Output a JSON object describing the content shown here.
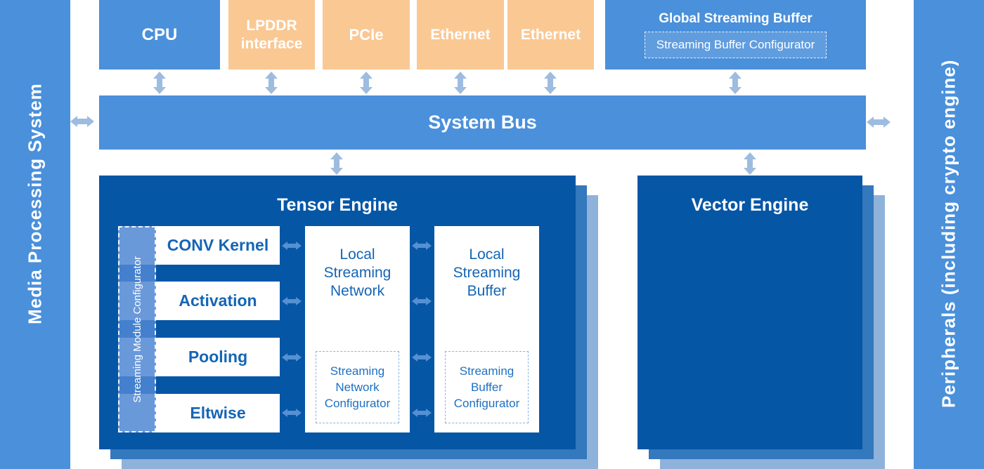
{
  "left_sidebar": {
    "label": "Media Processing System"
  },
  "right_sidebar": {
    "label": "Peripherals (including crypto engine)"
  },
  "top_row": {
    "cpu": {
      "label": "CPU"
    },
    "lpddr": {
      "label": "LPDDR interface"
    },
    "pcie": {
      "label": "PCIe"
    },
    "ethernet_1": {
      "label": "Ethernet"
    },
    "ethernet_2": {
      "label": "Ethernet"
    },
    "global_streaming_buffer": {
      "title": "Global Streaming Buffer",
      "configurator_label": "Streaming Buffer Configurator"
    }
  },
  "system_bus": {
    "label": "System Bus"
  },
  "tensor_engine": {
    "title": "Tensor Engine",
    "streaming_module_configurator": "Streaming Module Configurator",
    "modules": [
      {
        "label": "CONV Kernel"
      },
      {
        "label": "Activation"
      },
      {
        "label": "Pooling"
      },
      {
        "label": "Eltwise"
      }
    ],
    "local_streaming_network": {
      "title": "Local Streaming Network",
      "configurator_label": "Streaming Network Configurator"
    },
    "local_streaming_buffer": {
      "title": "Local Streaming Buffer",
      "configurator_label": "Streaming Buffer Configurator"
    }
  },
  "vector_engine": {
    "title": "Vector Engine"
  },
  "colors": {
    "primary_blue": "#4A90DB",
    "dark_blue": "#0656A6",
    "mid_layer_blue": "#3478BD",
    "light_layer_blue": "#8FB2DA",
    "orange": "#FAC893",
    "arrow_light": "#9DBCDF",
    "arrow_on_dark": "#5590D2",
    "box_text_blue": "#1565B5"
  }
}
